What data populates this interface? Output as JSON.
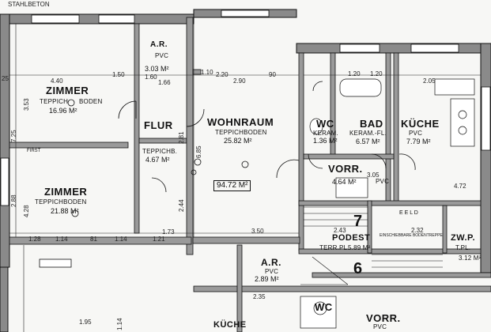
{
  "plan": {
    "header_label": "STAHLBETON",
    "rooms": [
      {
        "id": "zimmer1",
        "name": "ZIMMER",
        "floor": "TEPPICH",
        "floor2": "BODEN",
        "area": "16.96 M²"
      },
      {
        "id": "ar1",
        "name": "A.R.",
        "floor": "PVC",
        "area": "3.03 M²"
      },
      {
        "id": "flur",
        "name": "FLUR",
        "floor": "TEPPICHB.",
        "area": "4.67 M²"
      },
      {
        "id": "wohnraum",
        "name": "WOHNRAUM",
        "floor": "TEPPICHBODEN",
        "area": "25.82 M²"
      },
      {
        "id": "wc",
        "name": "WC",
        "floor": "KERAM.",
        "area": "1.36 M²"
      },
      {
        "id": "bad",
        "name": "BAD",
        "floor": "KERAM.-FL.",
        "area": "6.57 M²"
      },
      {
        "id": "kueche",
        "name": "KÜCHE",
        "floor": "PVC",
        "area": "7.79 M²"
      },
      {
        "id": "vorr1",
        "name": "VORR.",
        "floor": "PVC",
        "area": "4.64 M²"
      },
      {
        "id": "zimmer2",
        "name": "ZIMMER",
        "floor": "TEPPICHBODEN",
        "area": "21.88 M²"
      },
      {
        "id": "podest",
        "name": "PODEST",
        "floor": "TERR.PL.",
        "area": "5.89 M²"
      },
      {
        "id": "zwp",
        "name": "ZW.P.",
        "floor": "T.PL.",
        "area": "3.12 M²"
      },
      {
        "id": "ar2",
        "name": "A.R.",
        "floor": "PVC",
        "area": "2.89 M²"
      },
      {
        "id": "wc2",
        "name": "WC",
        "floor": "",
        "area": ""
      },
      {
        "id": "vorr2",
        "name": "VORR.",
        "floor": "PVC",
        "area": ""
      },
      {
        "id": "kueche2",
        "name": "KÜCHE",
        "floor": "",
        "area": ""
      }
    ],
    "total_area": "94.72 M²",
    "unit_numbers": [
      "7",
      "6"
    ],
    "stair_note": "EINSCHIEBBARE BODENTREPPE",
    "misc": {
      "first": "FIRST",
      "eeld": "E E L D",
      "bath_area": "1.36 M²"
    },
    "dimensions": {
      "top": [
        "4.40",
        "1.50",
        "1.10",
        "2.20",
        "2.90",
        "1.20",
        "1.20",
        "2.05",
        "1.60",
        "1.66",
        "90"
      ],
      "mid": [
        "1.28",
        "1.14",
        "81",
        "1.14",
        "1.21",
        "3.50",
        "3.05",
        "2.43",
        "2.32",
        "1.73"
      ],
      "left": [
        "7.25",
        "2.88",
        "3.53",
        "4.28",
        "6.85",
        "2.81",
        "2.44",
        "25"
      ],
      "bottom": [
        "1.95",
        "1.14",
        "4.72",
        "2.35"
      ]
    }
  }
}
